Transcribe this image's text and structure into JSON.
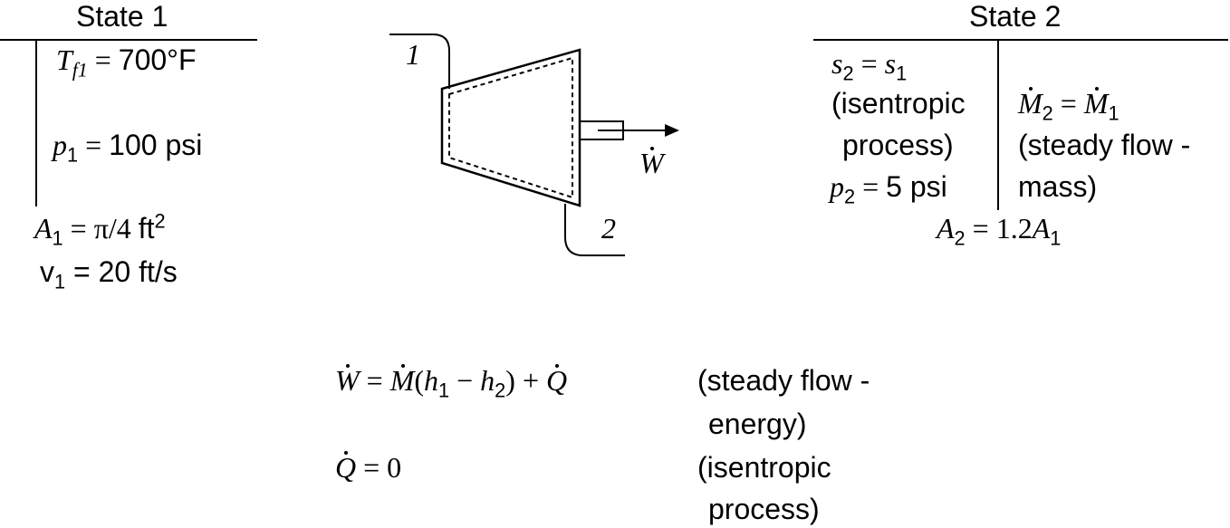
{
  "state1": {
    "heading": "State 1",
    "temp_label": "T",
    "temp_sub": "f1",
    "temp_eq": " = ",
    "temp_value": "700°F",
    "pressure_label": "p",
    "pressure_sub": "1",
    "pressure_eq": " = ",
    "pressure_value": "100 psi",
    "area_label": "A",
    "area_sub": "1",
    "area_eq": " = π/4 ",
    "area_unit": "ft",
    "area_exp": "2",
    "velocity_label": "v",
    "velocity_sub": "1",
    "velocity_eq": " = ",
    "velocity_value": "20 ft/s"
  },
  "diagram": {
    "inlet_label": "1",
    "outlet_label": "2",
    "work_label": "W"
  },
  "state2": {
    "heading": "State 2",
    "entropy_lhs": "s",
    "entropy_lhs_sub": "2",
    "entropy_eq": " = ",
    "entropy_rhs": "s",
    "entropy_rhs_sub": "1",
    "entropy_note_line1": "(isentropic",
    "entropy_note_line2": "process)",
    "pressure_label": "p",
    "pressure_sub": "2",
    "pressure_eq": " = ",
    "pressure_value": "5 psi",
    "mass_lhs": "M",
    "mass_lhs_sub": "2",
    "mass_eq": " = ",
    "mass_rhs": "M",
    "mass_rhs_sub": "1",
    "mass_note_line1": "(steady flow -",
    "mass_note_line2": "mass)",
    "area_label": "A",
    "area_sub": "2",
    "area_eq": " = 1.2",
    "area_rhs": "A",
    "area_rhs_sub": "1"
  },
  "equations": {
    "energy_W": "W",
    "energy_eq": " = ",
    "energy_M": "M",
    "energy_paren_open": "(",
    "energy_h1": "h",
    "energy_h1_sub": "1",
    "energy_minus": " − ",
    "energy_h2": "h",
    "energy_h2_sub": "2",
    "energy_paren_close": ") + ",
    "energy_Q": "Q",
    "energy_note_line1": "(steady flow -",
    "energy_note_line2": "energy)",
    "heat_Q": "Q",
    "heat_eq": " = 0",
    "heat_note_line1": "(isentropic",
    "heat_note_line2": "process)"
  }
}
